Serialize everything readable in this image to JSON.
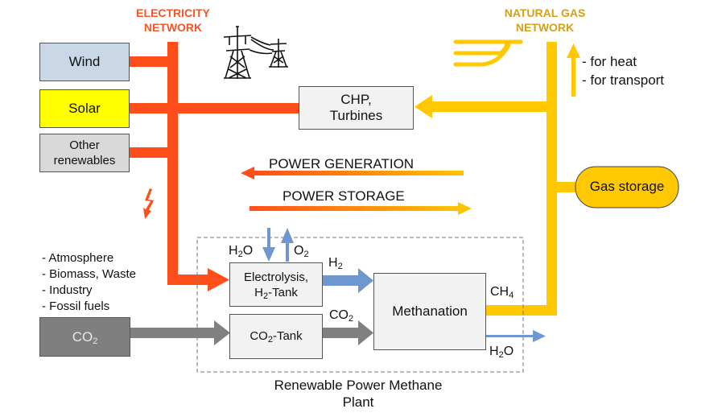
{
  "colors": {
    "electricity": "#ff4e1a",
    "gas": "#ffc800",
    "water": "#6f97cf",
    "co2": "#808080",
    "wind_fill": "#c9d7e6",
    "solar_fill": "#ffff00",
    "other_fill": "#d9d9d9",
    "co2_fill": "#7f7f7f",
    "process_fill": "#f2f2f2",
    "gas_storage_fill": "#ffc800",
    "elec_header": "#f2562a",
    "gas_header": "#d4a017"
  },
  "headers": {
    "electricity_line1": "ELECTRICITY",
    "electricity_line2": "NETWORK",
    "gas_line1": "NATURAL GAS",
    "gas_line2": "NETWORK"
  },
  "sources": {
    "wind": "Wind",
    "solar": "Solar",
    "other_line1": "Other",
    "other_line2": "renewables",
    "co2_main": "CO",
    "co2_sub": "2"
  },
  "co2_sources": [
    "- Atmosphere",
    "- Biomass, Waste",
    "- Industry",
    "- Fossil fuels"
  ],
  "gas_uses": [
    "- for heat",
    "- for transport"
  ],
  "chp": {
    "line1": "CHP,",
    "line2": "Turbines"
  },
  "flows": {
    "power_generation": "POWER GENERATION",
    "power_storage": "POWER STORAGE"
  },
  "gas_storage": "Gas storage",
  "plant": {
    "caption_line1": "Renewable Power Methane",
    "caption_line2": "Plant",
    "electrolysis_line1": "Electrolysis,",
    "electrolysis_line2_a": "H",
    "electrolysis_line2_sub": "2",
    "electrolysis_line2_b": "-Tank",
    "co2_tank_a": "CO",
    "co2_tank_sub": "2",
    "co2_tank_b": "-Tank",
    "methanation": "Methanation",
    "h2o_in_a": "H",
    "h2o_in_sub": "2",
    "h2o_in_b": "O",
    "o2_a": "O",
    "o2_sub": "2",
    "h2_a": "H",
    "h2_sub": "2",
    "co2_flow_a": "CO",
    "co2_flow_sub": "2",
    "ch4_a": "CH",
    "ch4_sub": "4",
    "h2o_out_a": "H",
    "h2o_out_sub": "2",
    "h2o_out_b": "O"
  }
}
